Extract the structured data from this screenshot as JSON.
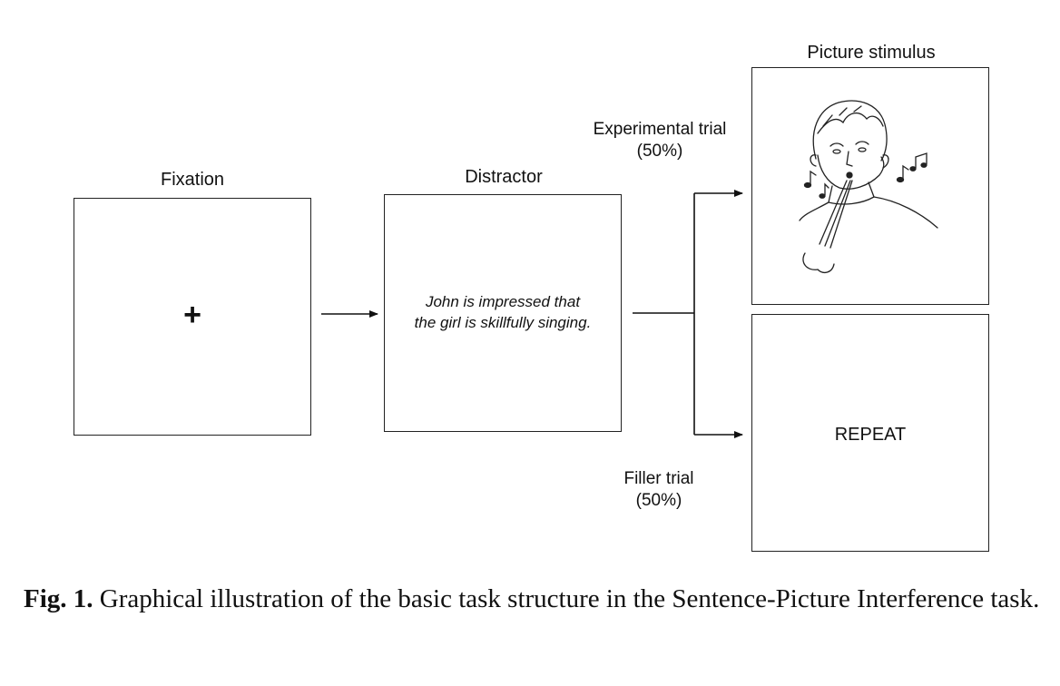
{
  "fixation": {
    "label": "Fixation",
    "symbol": "+"
  },
  "distractor": {
    "label": "Distractor",
    "sentence_line1": "John is impressed that",
    "sentence_line2": "the girl is skillfully singing."
  },
  "experimental": {
    "label_line1": "Experimental trial",
    "label_line2": "(50%)"
  },
  "filler": {
    "label_line1": "Filler trial",
    "label_line2": "(50%)"
  },
  "picture": {
    "label": "Picture stimulus",
    "image": "boy-whistling-sketch"
  },
  "repeat": {
    "text": "REPEAT"
  },
  "caption": {
    "prefix": "Fig. 1.",
    "text": "Graphical illustration of the basic task structure in the Sentence-Picture Interference task."
  }
}
